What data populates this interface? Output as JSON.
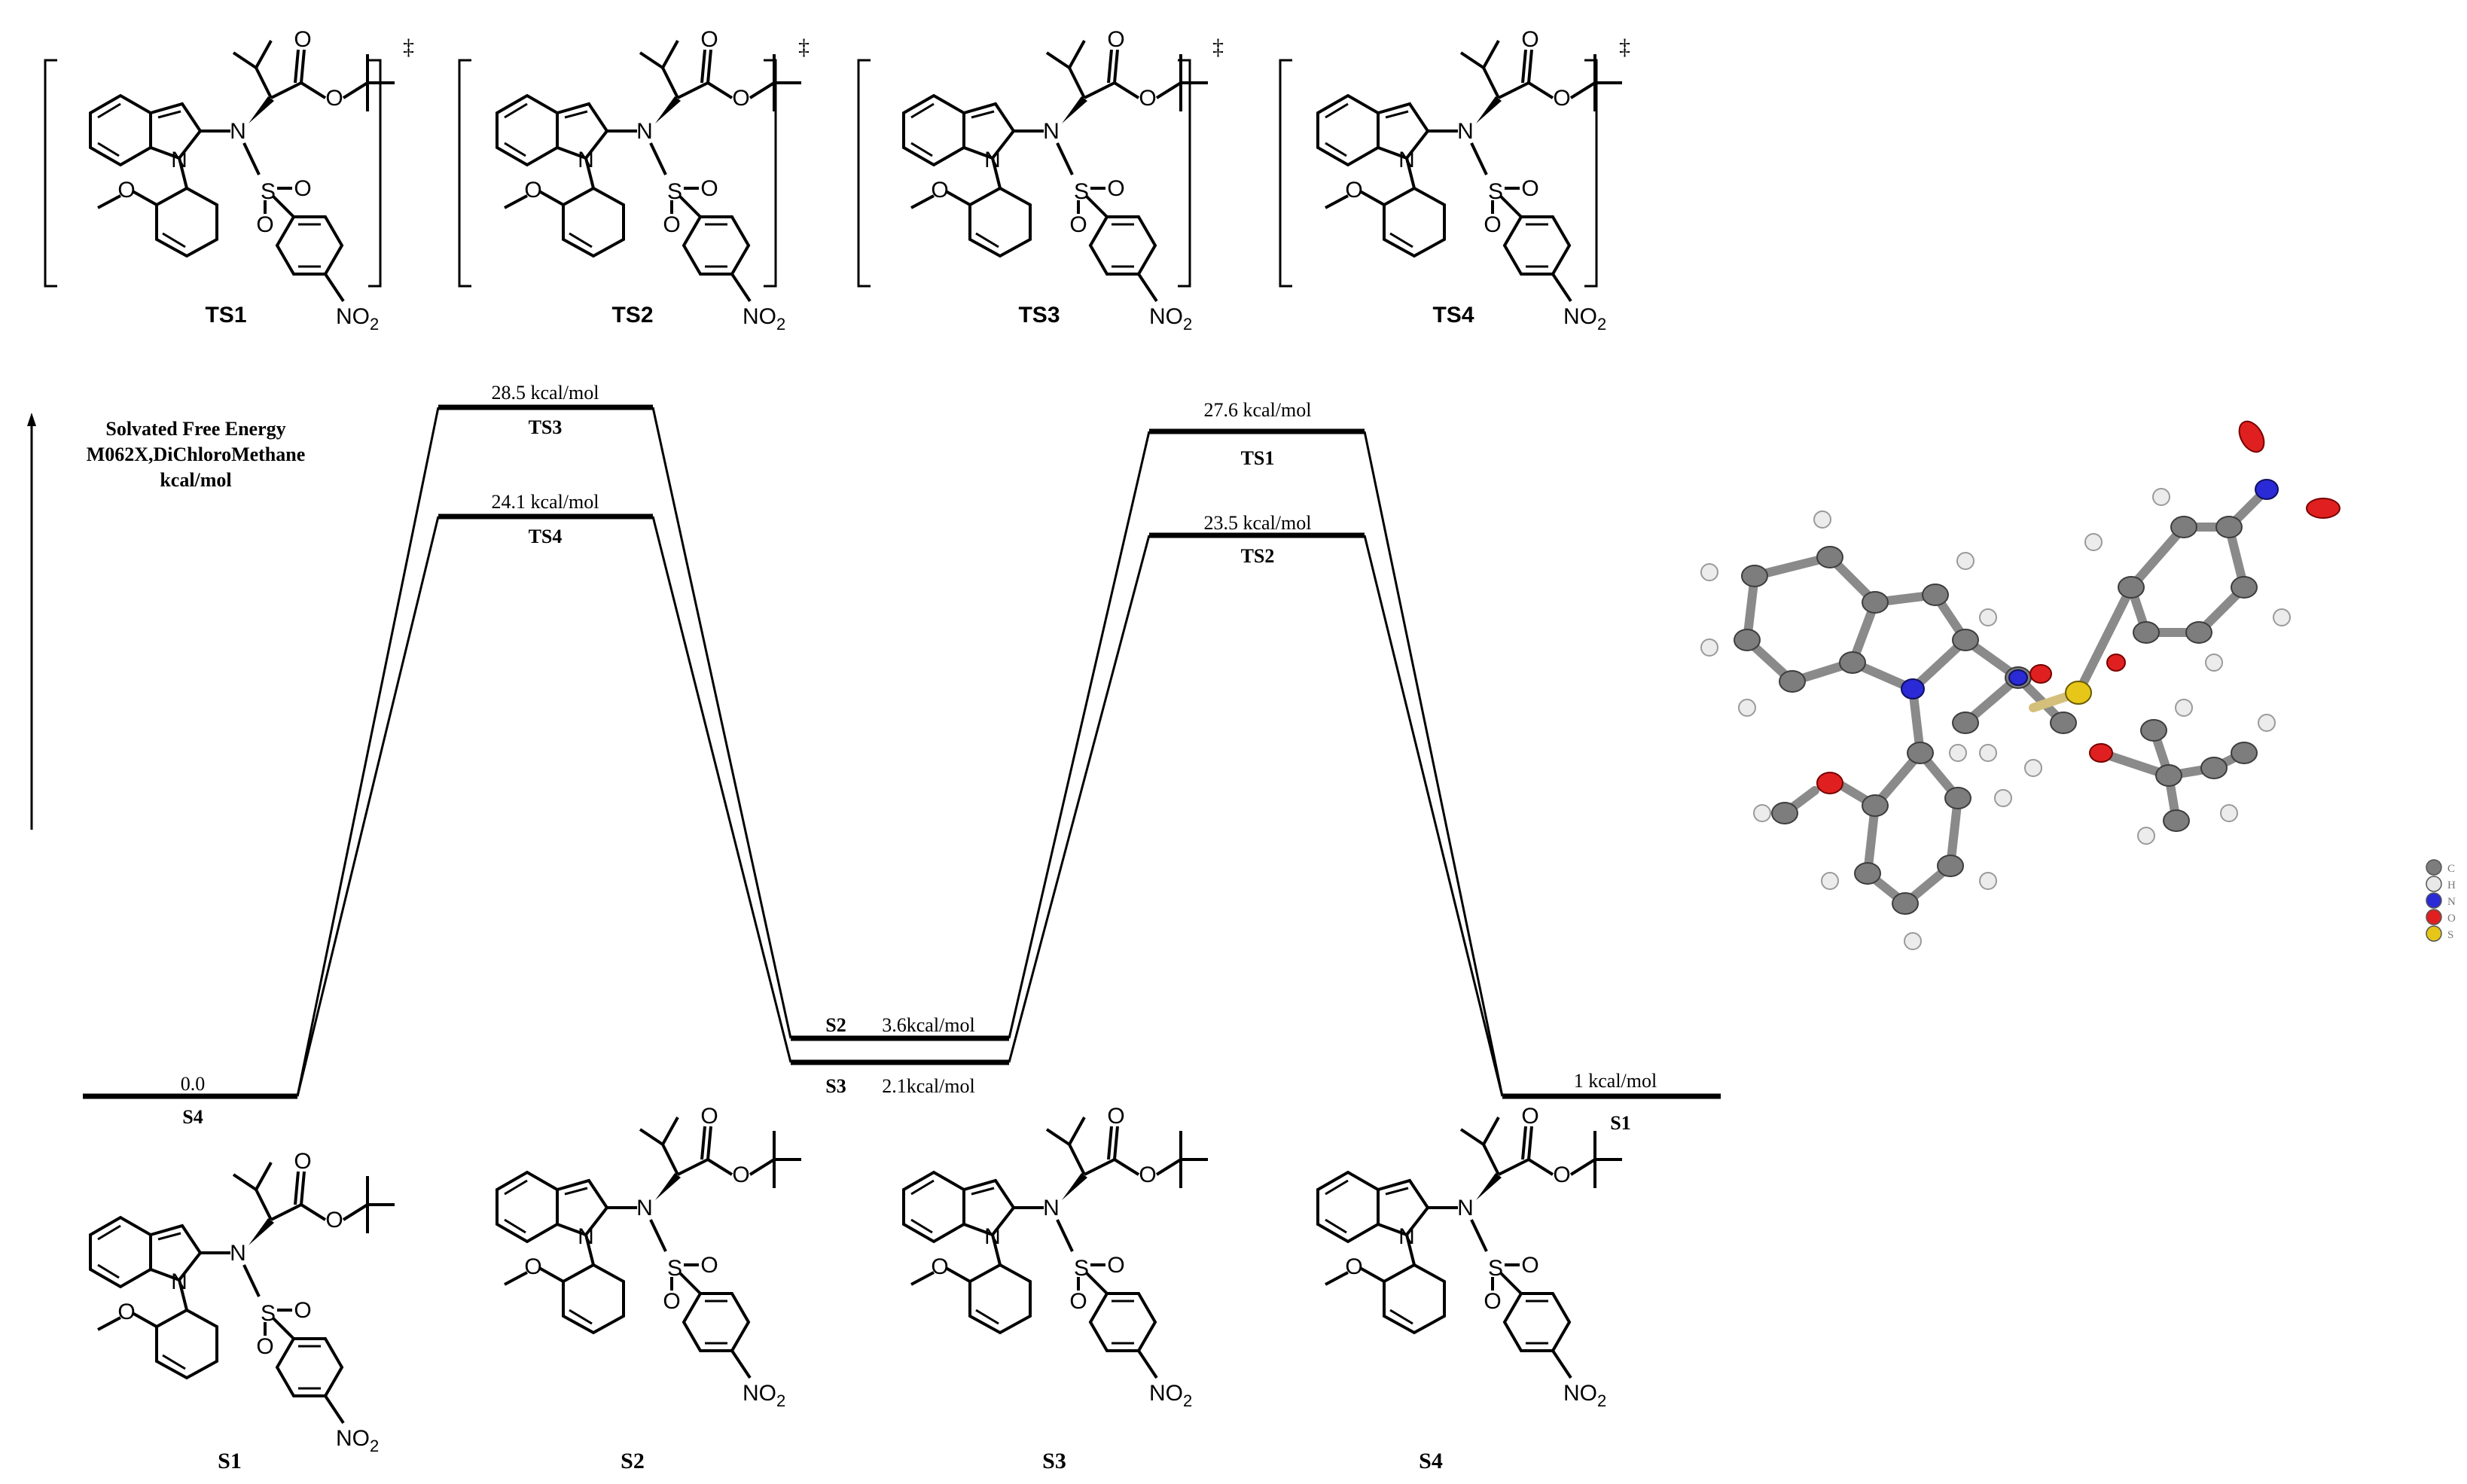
{
  "ts_structures": [
    {
      "label": "TS1",
      "dagger": "‡"
    },
    {
      "label": "TS2",
      "dagger": "‡"
    },
    {
      "label": "TS3",
      "dagger": "‡"
    },
    {
      "label": "TS4",
      "dagger": "‡"
    }
  ],
  "ground_structures": [
    {
      "label": "S1"
    },
    {
      "label": "S2"
    },
    {
      "label": "S3"
    },
    {
      "label": "S4"
    }
  ],
  "axis": {
    "title_line1": "Solvated Free Energy",
    "title_line2": "M062X,DiChloroMethane",
    "title_line3": "kcal/mol"
  },
  "levels": {
    "S4": {
      "label": "S4",
      "energy_text": "0.0",
      "energy": 0.0
    },
    "TS3": {
      "label": "TS3",
      "energy_text": "28.5 kcal/mol",
      "energy": 28.5
    },
    "TS4": {
      "label": "TS4",
      "energy_text": "24.1 kcal/mol",
      "energy": 24.1
    },
    "S2": {
      "label": "S2",
      "energy_text": "3.6kcal/mol",
      "energy": 3.6
    },
    "S3": {
      "label": "S3",
      "energy_text": "2.1kcal/mol",
      "energy": 2.1
    },
    "TS1": {
      "label": "TS1",
      "energy_text": "27.6 kcal/mol",
      "energy": 27.6
    },
    "TS2": {
      "label": "TS2",
      "energy_text": "23.5 kcal/mol",
      "energy": 23.5
    },
    "S1": {
      "label": "S1",
      "energy_text": "1 kcal/mol",
      "energy": 1.0
    }
  },
  "atom_legend": [
    {
      "symbol": "C",
      "color": "#7d7d7d"
    },
    {
      "symbol": "H",
      "color": "#e8e8e8"
    },
    {
      "symbol": "N",
      "color": "#2a2ad6"
    },
    {
      "symbol": "O",
      "color": "#e02020"
    },
    {
      "symbol": "S",
      "color": "#e6c619"
    }
  ],
  "substituents": {
    "nitro": "NO2",
    "methoxy_o": "O",
    "sulfonyl": "S",
    "nitrogen": "N",
    "oxygen": "O"
  }
}
